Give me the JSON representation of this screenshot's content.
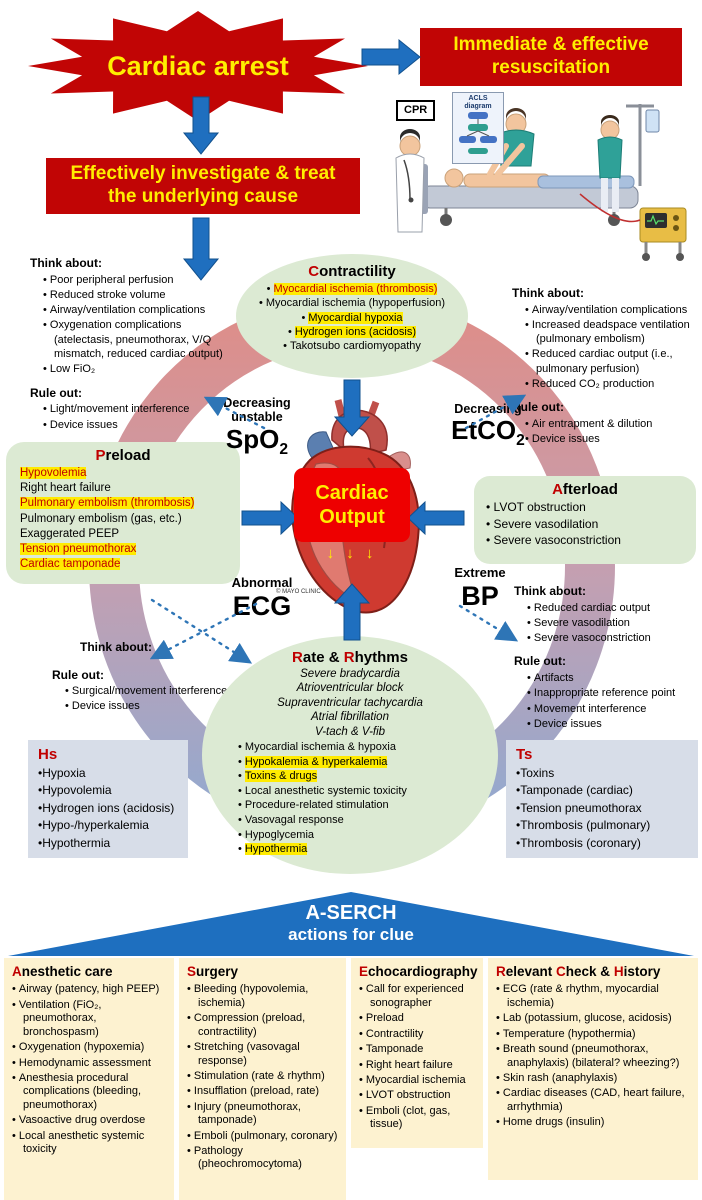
{
  "colors": {
    "dark_red": "#c10505",
    "bright_red": "#ee0000",
    "yellow_text": "#ffee00",
    "highlight_yellow": "#ffeb00",
    "arrow_blue": "#1e6fbf",
    "dashed_blue": "#2e75b6",
    "panel_green": "#dcead3",
    "panel_gray_blue": "#d7dde8",
    "column_cream": "#fdf2d0",
    "ring_top": "#dd8e8a",
    "ring_bottom": "#93a9cf"
  },
  "top": {
    "cardiac_arrest": "Cardiac arrest",
    "resuscitation_l1": "Immediate & effective",
    "resuscitation_l2": "resuscitation",
    "cpr": "CPR",
    "acls": "ACLS diagram",
    "investigate_l1": "Effectively investigate & treat",
    "investigate_l2": "the underlying cause"
  },
  "spo2": {
    "think_title": "Think about:",
    "think_items": [
      "Poor peripheral perfusion",
      "Reduced stroke volume",
      "Airway/ventilation complications",
      "Oxygenation complications (atelectasis, pneumothorax, V/Q mismatch, reduced cardiac output)",
      "Low FiO₂"
    ],
    "rule_title": "Rule out:",
    "rule_items": [
      "Light/movement interference",
      "Device issues"
    ],
    "label_l1": "Decreasing",
    "label_l2": "unstable",
    "metric": "SpO",
    "metric_sub": "2"
  },
  "etco2": {
    "think_title": "Think about:",
    "think_items": [
      "Airway/ventilation complications",
      "Increased deadspace ventilation (pulmonary embolism)",
      "Reduced cardiac output (i.e., pulmonary perfusion)",
      "Reduced CO₂ production"
    ],
    "rule_title": "Rule out:",
    "rule_items": [
      "Air entrapment & dilution",
      "Device issues"
    ],
    "label": "Decreasing",
    "metric": "EtCO",
    "metric_sub": "2"
  },
  "ecg": {
    "label": "Abnormal",
    "metric": "ECG",
    "think_title": "Think about:",
    "rule_title": "Rule out:",
    "rule_items": [
      "Surgical/movement interference",
      "Device issues"
    ]
  },
  "bp": {
    "label": "Extreme",
    "metric": "BP",
    "think_title": "Think about:",
    "think_items": [
      "Reduced cardiac output",
      "Severe vasodilation",
      "Severe vasoconstriction"
    ],
    "rule_title": "Rule out:",
    "rule_items": [
      "Artifacts",
      "Inappropriate reference point",
      "Movement interference",
      "Device issues"
    ]
  },
  "contractility": {
    "t1": "C",
    "t2": "ontractility",
    "items": [
      {
        "t": "Myocardial ischemia (thrombosis)",
        "hl": true,
        "red": true
      },
      {
        "t": "Myocardial ischemia (hypoperfusion)"
      },
      {
        "t": "Myocardial hypoxia",
        "hl": true
      },
      {
        "t": "Hydrogen ions (acidosis)",
        "hl": true
      },
      {
        "t": "Takotsubo cardiomyopathy"
      }
    ]
  },
  "preload": {
    "t1": "P",
    "t2": "reload",
    "items": [
      {
        "t": "Hypovolemia",
        "hl": true,
        "red": true
      },
      {
        "t": "Right heart failure"
      },
      {
        "t": "Pulmonary embolism (thrombosis)",
        "hl": true,
        "red": true
      },
      {
        "t": "Pulmonary embolism (gas, etc.)"
      },
      {
        "t": "Exaggerated PEEP"
      },
      {
        "t": "Tension pneumothorax",
        "hl": true,
        "red": true
      },
      {
        "t": "Cardiac tamponade",
        "hl": true,
        "red": true
      }
    ]
  },
  "afterload": {
    "t1": "A",
    "t2": "fterload",
    "items": [
      {
        "t": "LVOT obstruction"
      },
      {
        "t": "Severe vasodilation"
      },
      {
        "t": "Severe vasoconstriction"
      }
    ]
  },
  "rate": {
    "t1": "R",
    "t2": "ate & ",
    "t3": "R",
    "t4": "hythms",
    "italic_items": [
      "Severe bradycardia",
      "Atrioventricular block",
      "Supraventricular tachycardia",
      "Atrial fibrillation",
      "V-tach & V-fib"
    ],
    "items": [
      {
        "t": "Myocardial ischemia & hypoxia"
      },
      {
        "t": "Hypokalemia & hyperkalemia",
        "hl": true
      },
      {
        "t": "Toxins & drugs",
        "hl": true
      },
      {
        "t": "Local anesthetic systemic toxicity"
      },
      {
        "t": "Procedure-related stimulation"
      },
      {
        "t": "Vasovagal response"
      },
      {
        "t": "Hypoglycemia"
      },
      {
        "t": "Hypothermia",
        "hl": true
      }
    ]
  },
  "center": {
    "l1": "Cardiac",
    "l2": "Output",
    "arrows": "↓ ↓ ↓",
    "credit": "© MAYO CLINIC"
  },
  "hs": {
    "title": "Hs",
    "items": [
      "Hypoxia",
      "Hypovolemia",
      "Hydrogen ions (acidosis)",
      "Hypo-/hyperkalemia",
      "Hypothermia"
    ]
  },
  "ts": {
    "title": "Ts",
    "items": [
      "Toxins",
      "Tamponade (cardiac)",
      "Tension pneumothorax",
      "Thrombosis (pulmonary)",
      "Thrombosis (coronary)"
    ]
  },
  "banner": {
    "l1": "A-SERCH",
    "l2": "actions for clue"
  },
  "columns": {
    "anesthetic": {
      "t1": "A",
      "t2": "nesthetic care",
      "items": [
        "Airway (patency, high PEEP)",
        "Ventilation (FiO₂, pneumothorax, bronchospasm)",
        "Oxygenation (hypoxemia)",
        "Hemodynamic assessment",
        "Anesthesia procedural complications (bleeding, pneumothorax)",
        "Vasoactive drug overdose",
        "Local anesthetic systemic toxicity"
      ]
    },
    "surgery": {
      "t1": "S",
      "t2": "urgery",
      "items": [
        "Bleeding (hypovolemia, ischemia)",
        "Compression (preload, contractility)",
        "Stretching (vasovagal response)",
        "Stimulation (rate & rhythm)",
        "Insufflation (preload, rate)",
        "Injury (pneumothorax, tamponade)",
        "Emboli (pulmonary, coronary)",
        "Pathology (pheochromocytoma)"
      ]
    },
    "echo": {
      "t1": "E",
      "t2": "chocardiography",
      "items": [
        "Call for experienced sonographer",
        "Preload",
        "Contractility",
        "Tamponade",
        "Right heart failure",
        "Myocardial ischemia",
        "LVOT obstruction",
        "Emboli (clot, gas, tissue)"
      ]
    },
    "relevant": {
      "t1": "R",
      "t2": "elevant ",
      "t3": "C",
      "t4": "heck & ",
      "t5": "H",
      "t6": "istory",
      "items": [
        "ECG (rate & rhythm, myocardial ischemia)",
        "Lab (potassium, glucose, acidosis)",
        "Temperature (hypothermia)",
        "Breath sound (pneumothorax, anaphylaxis) (bilateral? wheezing?)",
        "Skin rash (anaphylaxis)",
        "Cardiac diseases (CAD, heart failure, arrhythmia)",
        "Home drugs (insulin)"
      ]
    }
  }
}
